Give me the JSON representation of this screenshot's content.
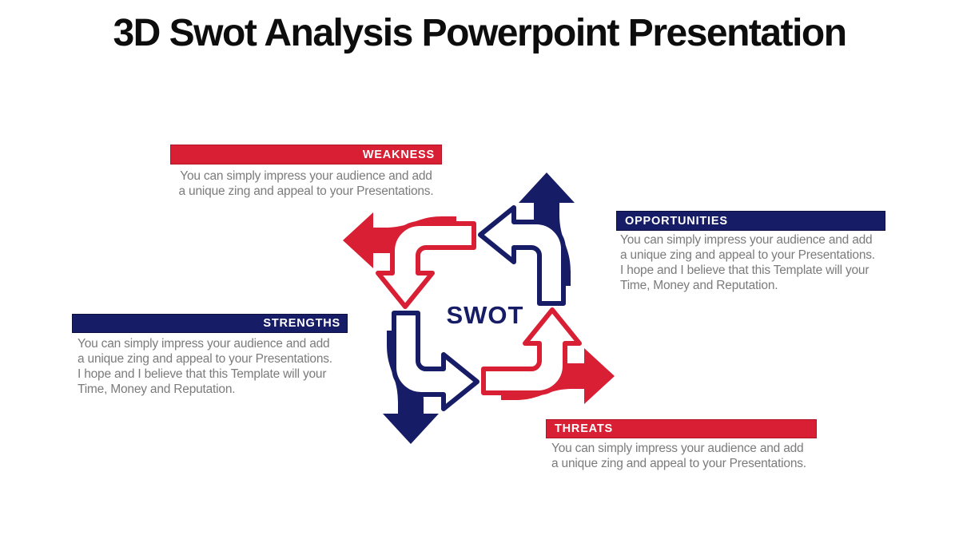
{
  "title": "3D Swot Analysis Powerpoint Presentation",
  "colors": {
    "red": "#D81F33",
    "navy": "#171C66",
    "body_text": "#7B7B7B",
    "title_text": "#0d0d0d",
    "bar_label_text": "#FFFFFF"
  },
  "sections": {
    "weakness": {
      "label": "WEAKNESS",
      "body": "You can simply impress your audience and add\na unique zing and appeal to your Presentations."
    },
    "opportunities": {
      "label": "OPPORTUNITIES",
      "body": "You can simply impress your audience and add\na unique zing and appeal to your Presentations.\nI hope and I believe that this Template will your\nTime, Money and Reputation."
    },
    "strengths": {
      "label": "STRENGTHS",
      "body": "You can simply impress your audience and add\na unique zing and appeal to your Presentations.\nI hope and I believe that this Template will your\nTime, Money and Reputation."
    },
    "threats": {
      "label": "THREATS",
      "body": "You can simply impress your audience and add\na unique zing and appeal to your Presentations."
    }
  },
  "diagram": {
    "center_label": "SWOT",
    "arrow_groups": [
      {
        "position": "top-left",
        "color": "red",
        "filled_arrow_direction": "left",
        "bent_arrow_direction": "down"
      },
      {
        "position": "top-right",
        "color": "navy",
        "filled_arrow_direction": "up",
        "bent_arrow_direction": "left"
      },
      {
        "position": "bottom-left",
        "color": "navy",
        "filled_arrow_direction": "down",
        "bent_arrow_direction": "right"
      },
      {
        "position": "bottom-right",
        "color": "red",
        "filled_arrow_direction": "right",
        "bent_arrow_direction": "up"
      }
    ]
  }
}
